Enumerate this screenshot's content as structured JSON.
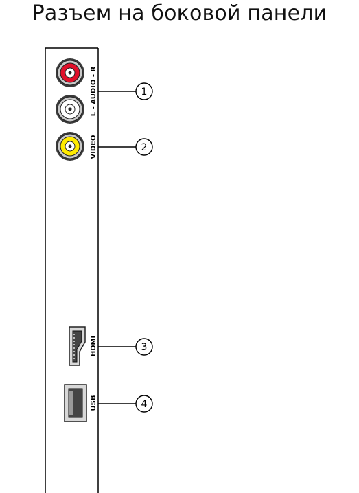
{
  "title": "Разъем на боковой панели",
  "connectors": [
    {
      "id": "audio",
      "label": "L - AUDIO - R",
      "callout": "1"
    },
    {
      "id": "video",
      "label": "VIDEO",
      "callout": "2"
    },
    {
      "id": "hdmi",
      "label": "HDMI",
      "callout": "3"
    },
    {
      "id": "usb",
      "label": "USB",
      "callout": "4"
    }
  ],
  "colors": {
    "audio_right": "#e0102a",
    "audio_left": "#ffffff",
    "video": "#ffea00",
    "panel_line": "#000000"
  }
}
